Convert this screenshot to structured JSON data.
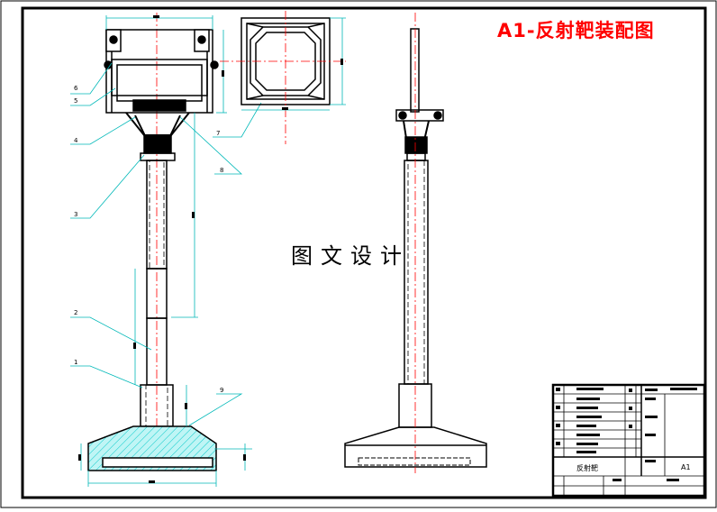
{
  "drawing": {
    "title": "A1-反射靶装配图",
    "watermark": "图文设计"
  },
  "balloons": [
    "6",
    "5",
    "4",
    "3",
    "2",
    "1",
    "7",
    "8",
    "9"
  ],
  "title_block": {
    "part_name": "反射靶",
    "sheet_size": "A1"
  },
  "colors": {
    "frame": "#000000",
    "outline": "#000000",
    "centerline": "#ff0000",
    "dimension": "#00cccc",
    "leader": "#00cccc",
    "base_hatch": "#00e5e5",
    "title_text": "#ff0000"
  }
}
